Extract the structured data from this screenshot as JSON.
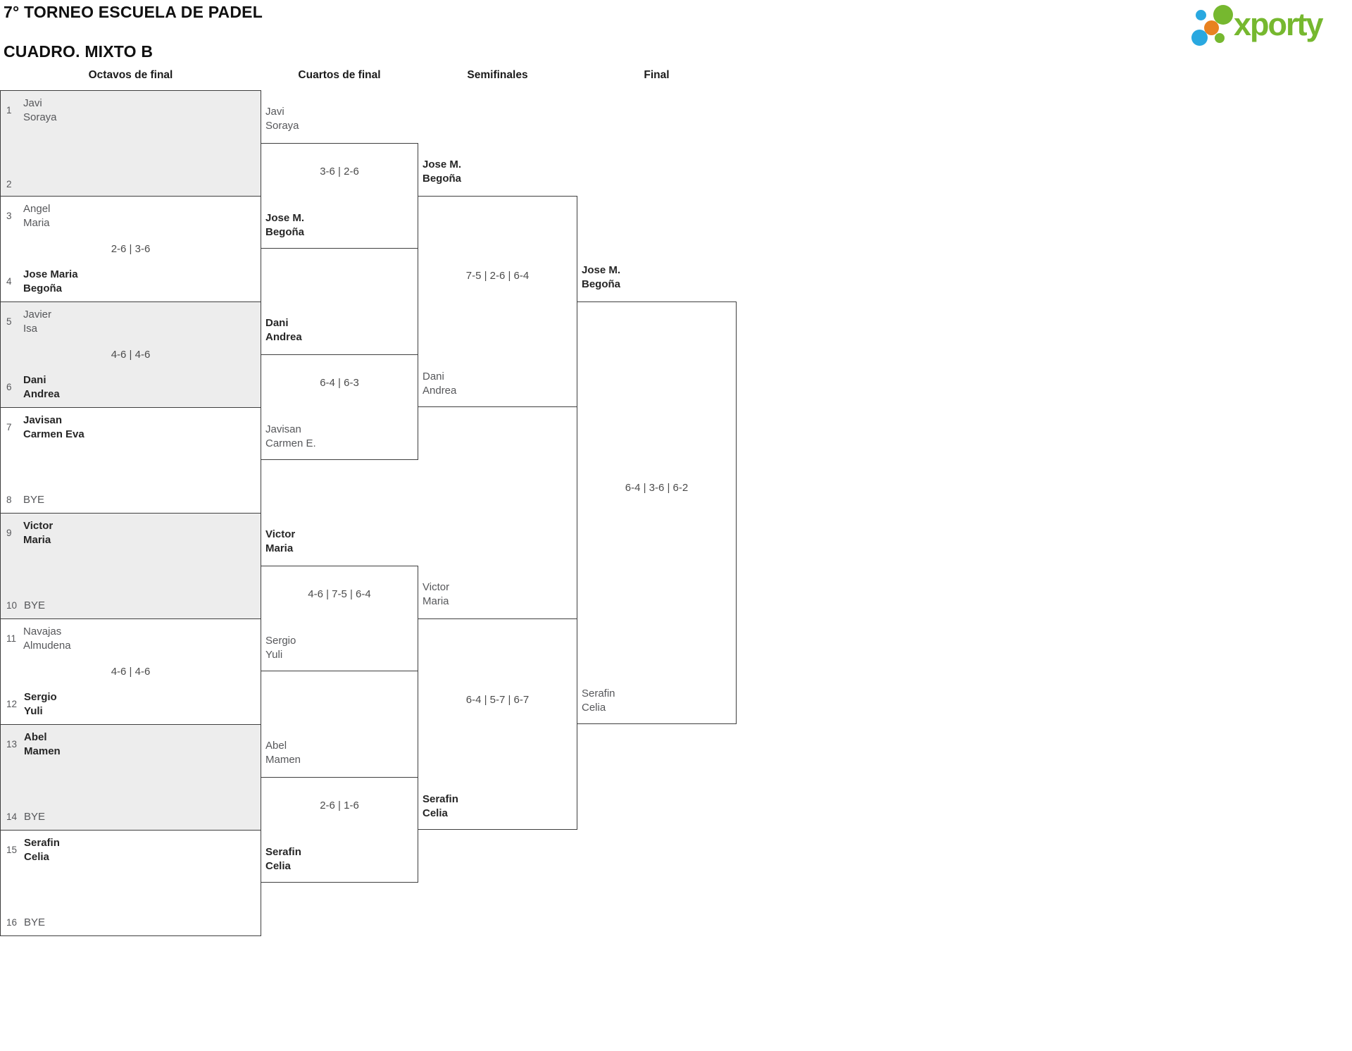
{
  "header": {
    "title_line1": "7° TORNEO ESCUELA DE PADEL",
    "title_line2": "CUADRO. MIXTO B",
    "logo_text": "xporty"
  },
  "brand": {
    "logo_green": "#76b82f",
    "logo_blue": "#29a8e0",
    "logo_orange": "#e88220",
    "shade_background": "#ededed",
    "border_color": "#3e3e3e"
  },
  "rounds": [
    "Octavos de final",
    "Cuartos de final",
    "Semifinales",
    "Final"
  ],
  "octavos": [
    {
      "seed_top": "1",
      "top": [
        "Javi",
        "Soraya"
      ],
      "top_winner": false,
      "seed_bottom": "2",
      "bottom": [],
      "bottom_winner": false,
      "score": ""
    },
    {
      "seed_top": "3",
      "top": [
        "Angel",
        "Maria"
      ],
      "top_winner": false,
      "seed_bottom": "4",
      "bottom": [
        "Jose Maria",
        "Begoña"
      ],
      "bottom_winner": true,
      "score": "2-6 | 3-6"
    },
    {
      "seed_top": "5",
      "top": [
        "Javier",
        "Isa"
      ],
      "top_winner": false,
      "seed_bottom": "6",
      "bottom": [
        "Dani",
        "Andrea"
      ],
      "bottom_winner": true,
      "score": "4-6 | 4-6"
    },
    {
      "seed_top": "7",
      "top": [
        "Javisan",
        "Carmen Eva"
      ],
      "top_winner": true,
      "seed_bottom": "8",
      "bottom": [
        "BYE"
      ],
      "bottom_winner": false,
      "score": ""
    },
    {
      "seed_top": "9",
      "top": [
        "Victor",
        "Maria"
      ],
      "top_winner": true,
      "seed_bottom": "10",
      "bottom": [
        "BYE"
      ],
      "bottom_winner": false,
      "score": ""
    },
    {
      "seed_top": "11",
      "top": [
        "Navajas",
        "Almudena"
      ],
      "top_winner": false,
      "seed_bottom": "12",
      "bottom": [
        "Sergio",
        "Yuli"
      ],
      "bottom_winner": true,
      "score": "4-6 | 4-6"
    },
    {
      "seed_top": "13",
      "top": [
        "Abel",
        "Mamen"
      ],
      "top_winner": true,
      "seed_bottom": "14",
      "bottom": [
        "BYE"
      ],
      "bottom_winner": false,
      "score": ""
    },
    {
      "seed_top": "15",
      "top": [
        "Serafin",
        "Celia"
      ],
      "top_winner": true,
      "seed_bottom": "16",
      "bottom": [
        "BYE"
      ],
      "bottom_winner": false,
      "score": ""
    }
  ],
  "cuartos": [
    {
      "top": [
        "Javi",
        "Soraya"
      ],
      "top_winner": false,
      "bottom": [
        "Jose M.",
        "Begoña"
      ],
      "bottom_winner": true,
      "score": "3-6 | 2-6"
    },
    {
      "top": [
        "Dani",
        "Andrea"
      ],
      "top_winner": true,
      "bottom": [
        "Javisan",
        "Carmen E."
      ],
      "bottom_winner": false,
      "score": "6-4 | 6-3"
    },
    {
      "top": [
        "Victor",
        "Maria"
      ],
      "top_winner": true,
      "bottom": [
        "Sergio",
        "Yuli"
      ],
      "bottom_winner": false,
      "score": "4-6 | 7-5 | 6-4"
    },
    {
      "top": [
        "Abel",
        "Mamen"
      ],
      "top_winner": false,
      "bottom": [
        "Serafin",
        "Celia"
      ],
      "bottom_winner": true,
      "score": "2-6 | 1-6"
    }
  ],
  "semifinales": [
    {
      "top": [
        "Jose M.",
        "Begoña"
      ],
      "top_winner": true,
      "bottom": [
        "Dani",
        "Andrea"
      ],
      "bottom_winner": false,
      "score": "7-5 | 2-6 | 6-4"
    },
    {
      "top": [
        "Victor",
        "Maria"
      ],
      "top_winner": false,
      "bottom": [
        "Serafin",
        "Celia"
      ],
      "bottom_winner": true,
      "score": "6-4 | 5-7 | 6-7"
    }
  ],
  "final": {
    "top": [
      "Jose M.",
      "Begoña"
    ],
    "top_winner": true,
    "bottom": [
      "Serafin",
      "Celia"
    ],
    "bottom_winner": false,
    "score": "6-4 | 3-6 | 6-2"
  }
}
